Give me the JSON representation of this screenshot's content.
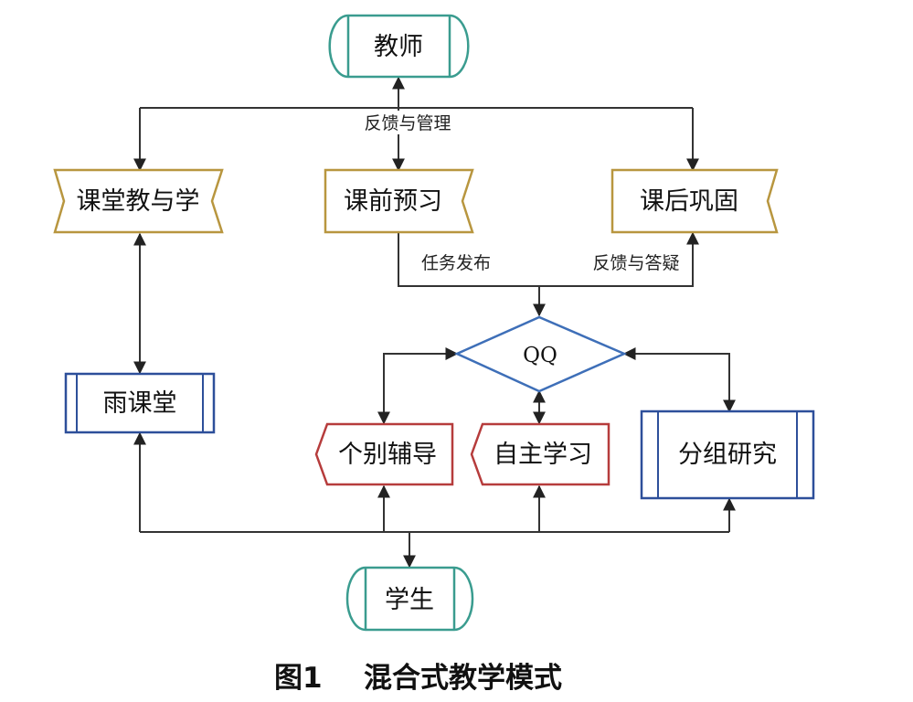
{
  "nodes": {
    "teacher": "教师",
    "in_class": "课堂教与学",
    "pre_class": "课前预习",
    "post_class": "课后巩固",
    "qq": "QQ",
    "rain_classroom": "雨课堂",
    "individual": "个别辅导",
    "self_study": "自主学习",
    "group": "分组研究",
    "student": "学生"
  },
  "edges": {
    "feedback_manage": "反馈与管理",
    "task_publish": "任务发布",
    "feedback_answer": "反馈与答疑"
  },
  "caption": {
    "label": "图1",
    "title": "混合式教学模式"
  },
  "colors": {
    "terminator": "#3a9c8f",
    "document": "#b8963f",
    "process": "#2d4f9a",
    "decision": "#3e6fb8",
    "display": "#b63c3c",
    "line": "#333333"
  }
}
